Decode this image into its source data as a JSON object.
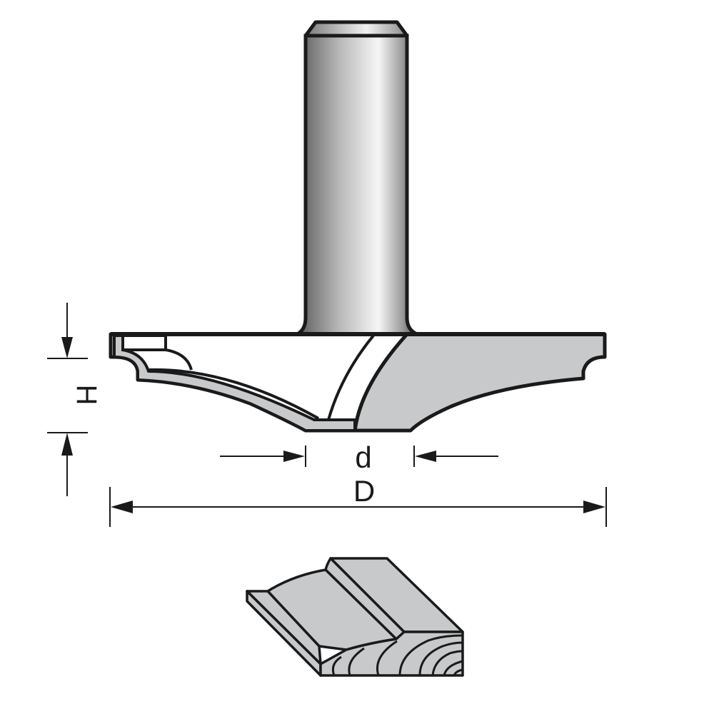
{
  "diagram": {
    "subject": "router bit cross-section with dimensions",
    "labels": {
      "height": "H",
      "shank_diameter": "d",
      "cutting_diameter": "D"
    },
    "colors": {
      "outline": "#1a1a1a",
      "body_gray": "#c8c9cb",
      "shank_dark": "#6e6e6e",
      "shank_light": "#f4f4f4",
      "background": "#ffffff"
    },
    "parts": [
      "shank",
      "cutter-body",
      "cutting-edge",
      "dimension-H",
      "dimension-d",
      "dimension-D",
      "workpiece-profile"
    ]
  }
}
